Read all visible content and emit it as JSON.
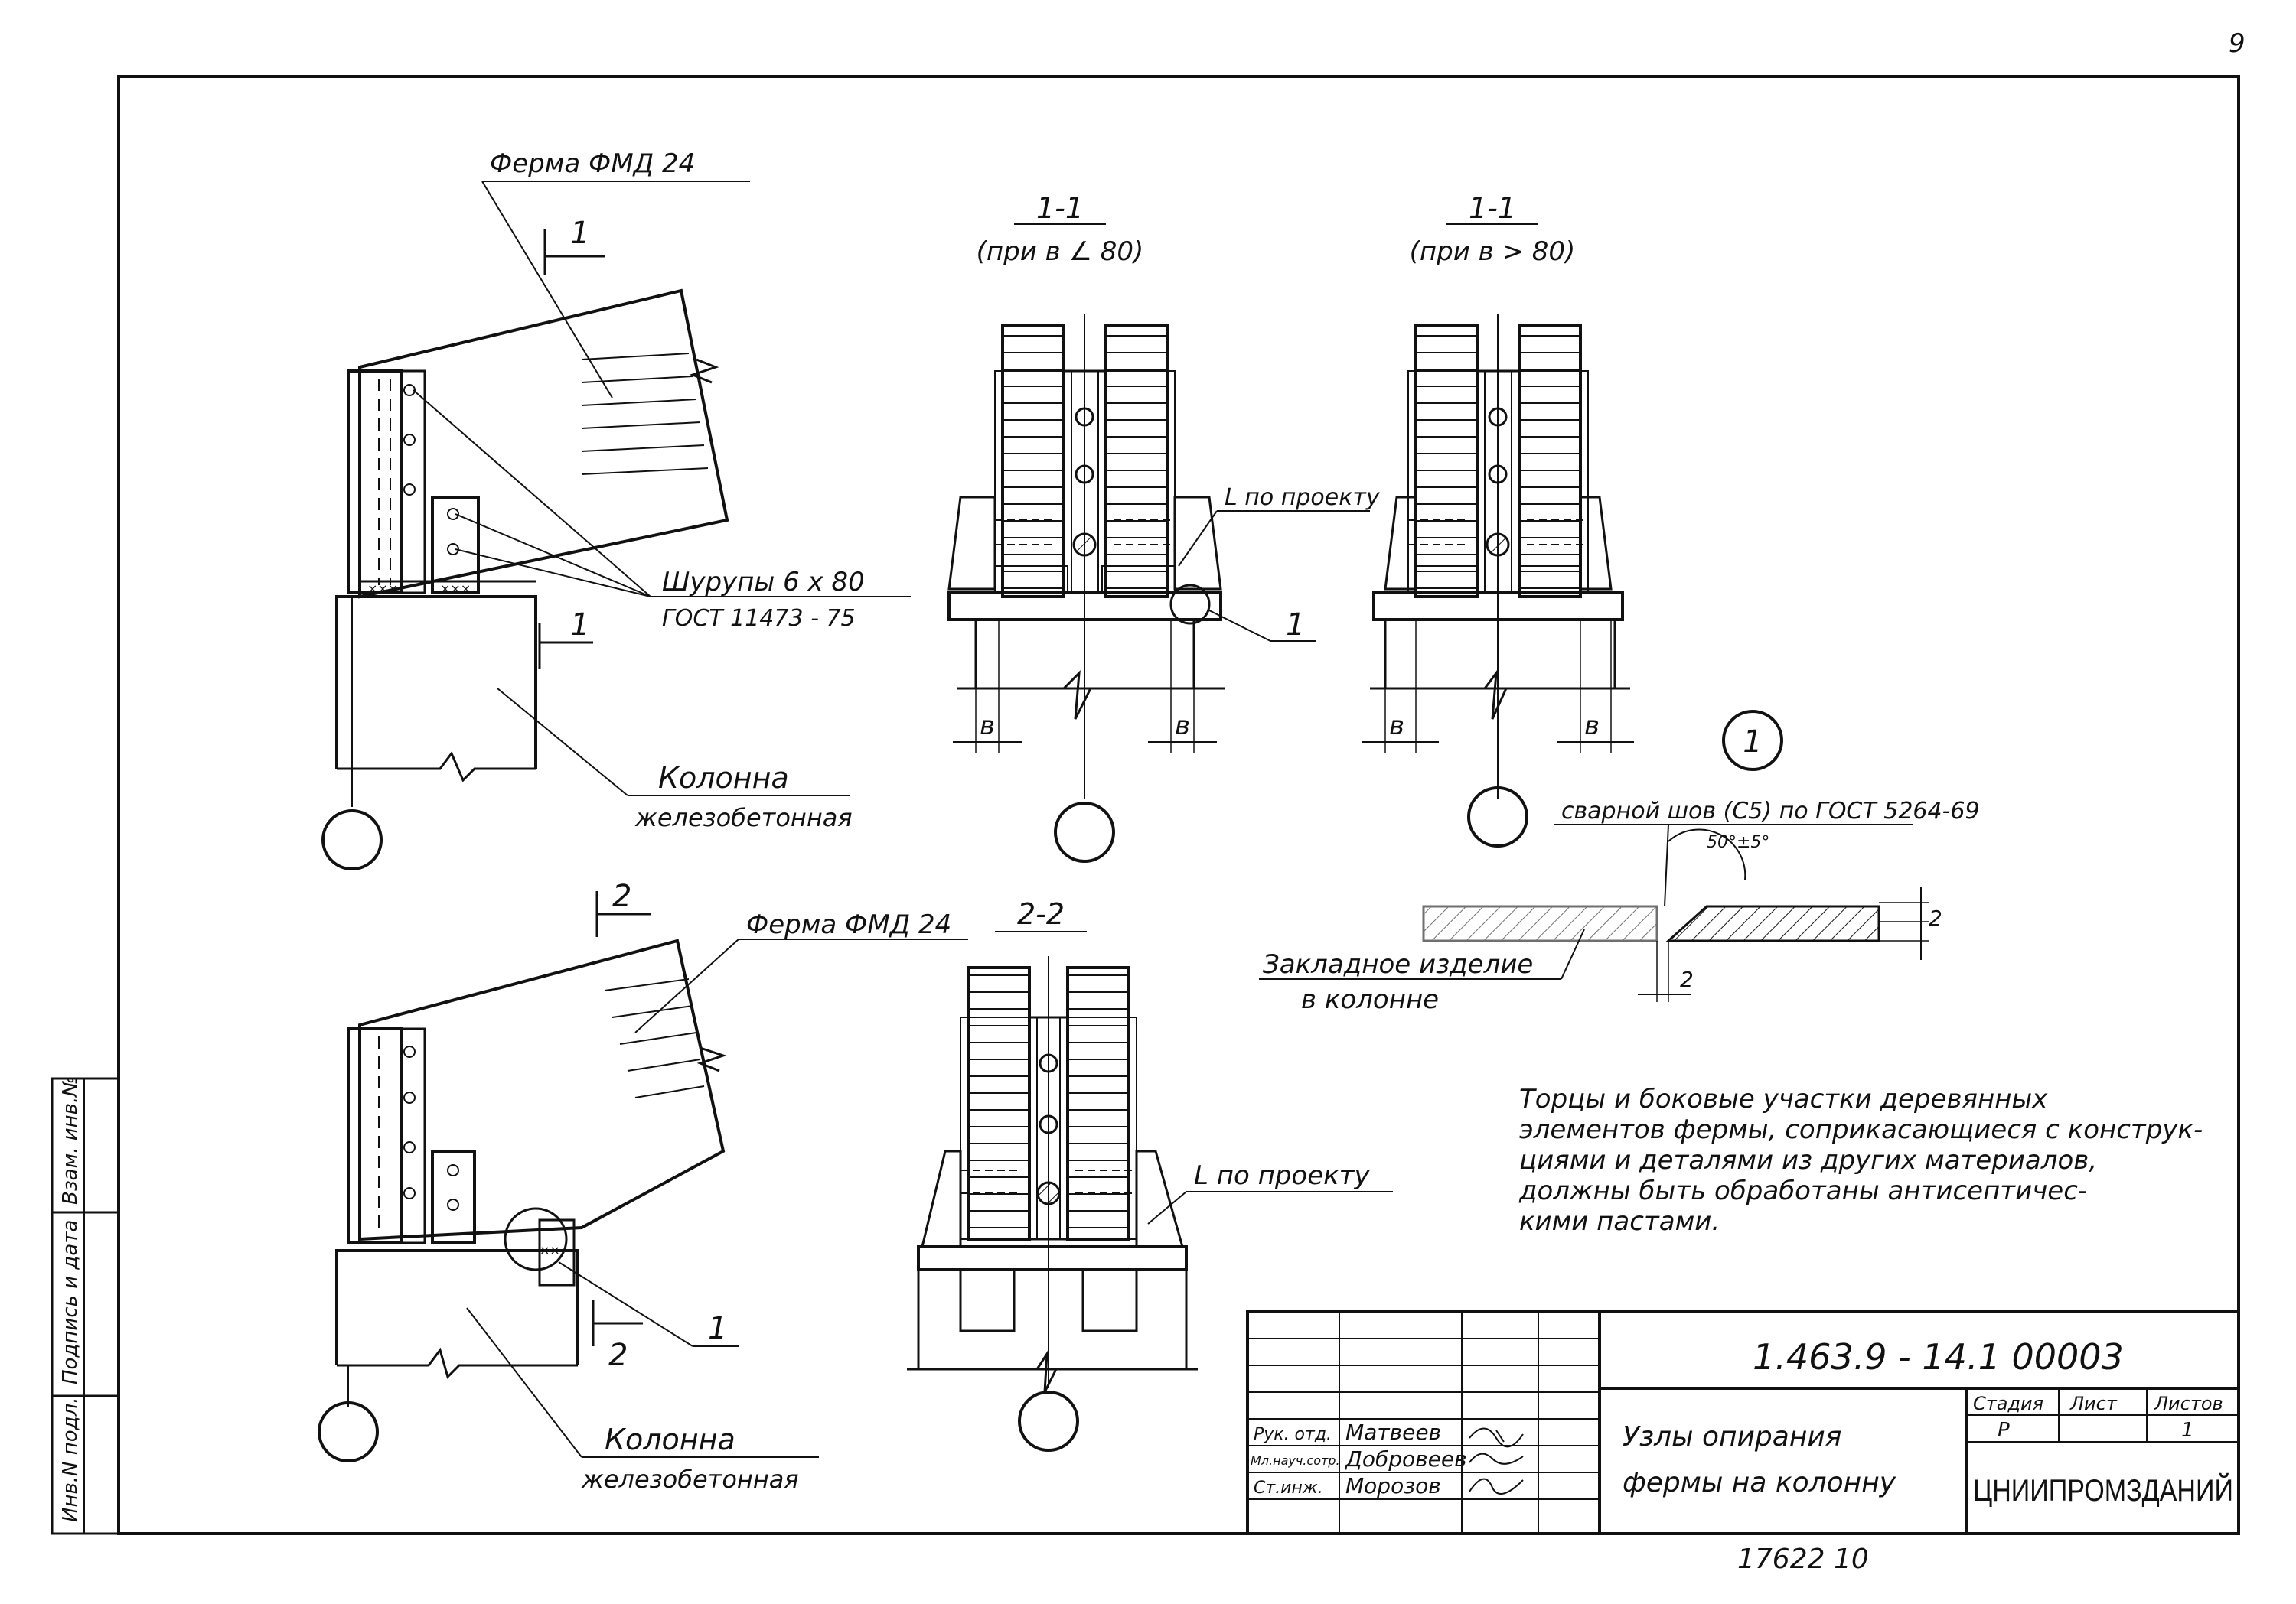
{
  "page_number": "9",
  "views": {
    "top_left": {
      "truss_label": "Ферма ФМД 24",
      "section_mark": "1",
      "screws_label": "Шурупы 6 х 80",
      "screws_standard": "ГОСТ 11473 - 75",
      "column_label": "Колонна",
      "column_label_2": "железобетонная"
    },
    "section_a": {
      "title": "1-1",
      "condition": "(при в ∠ 80)",
      "angle_label": "L по проекту",
      "detail_mark": "1",
      "dim_b": "в"
    },
    "section_b": {
      "title": "1-1",
      "condition": "(при в > 80)",
      "dim_b": "в"
    },
    "detail": {
      "callout": "1",
      "weld_label": "сварной шов (С5) по ГОСТ 5264-69",
      "angle": "50°±5°",
      "dim_gap": "2",
      "dim_height": "2",
      "embedded_label": "Закладное изделие",
      "embedded_label_2": "в колонне"
    },
    "bottom_left": {
      "truss_label": "Ферма ФМД 24",
      "section_mark": "2",
      "detail_mark": "1",
      "column_label": "Колонна",
      "column_label_2": "железобетонная"
    },
    "section_c": {
      "title": "2-2",
      "angle_label": "L по проекту"
    }
  },
  "note_lines": [
    "Торцы и боковые участки деревянных",
    "элементов фермы, соприкасающиеся с конструк-",
    "циями и деталями из других материалов,",
    "должны быть обработаны антисептичес-",
    "кими пастами."
  ],
  "title_block": {
    "doc_code": "1.463.9 - 14.1 00003",
    "title_line_1": "Узлы опирания",
    "title_line_2": "фермы на колонну",
    "stage_header": "Стадия",
    "sheet_header": "Лист",
    "sheets_header": "Листов",
    "stage": "Р",
    "sheets": "1",
    "organization": "ЦНИИПРОМЗДАНИЙ",
    "roles": [
      {
        "role": "Рук. отд.",
        "name": "Матвеев"
      },
      {
        "role": "Мл.науч.сотр.",
        "name": "Добровеев"
      },
      {
        "role": "Ст.инж.",
        "name": "Морозов"
      }
    ]
  },
  "side_stamp": {
    "inv_no": "Инв.N подл.",
    "sign_date": "Подпись и дата",
    "replace_inv": "Взам. инв.№"
  },
  "footer_number": "17622 10"
}
